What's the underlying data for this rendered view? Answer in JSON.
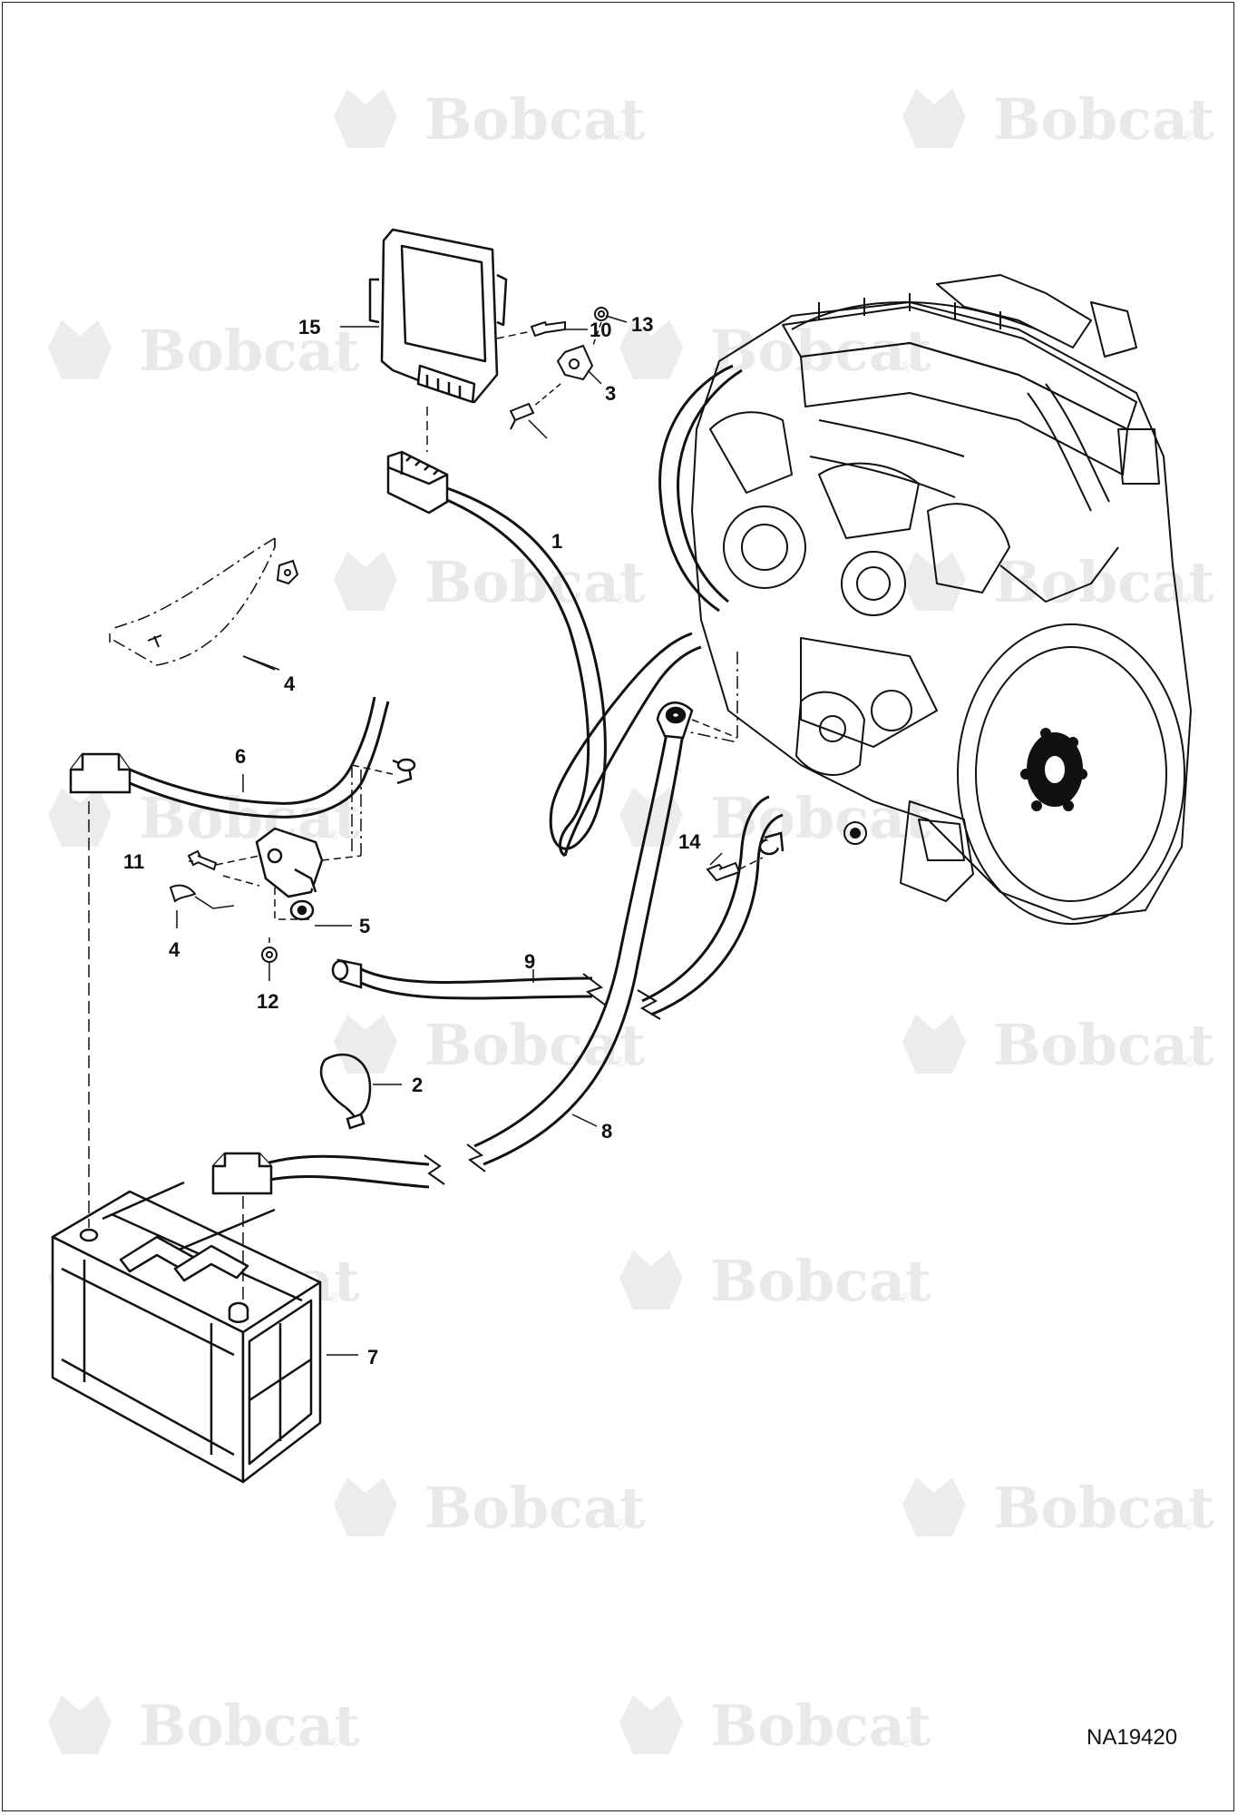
{
  "drawing_id": "NA19420",
  "watermark": {
    "brand": "Bobcat",
    "mark": "®"
  },
  "callouts": [
    {
      "id": "c1",
      "label": "1"
    },
    {
      "id": "c2",
      "label": "2"
    },
    {
      "id": "c3",
      "label": "3"
    },
    {
      "id": "c4a",
      "label": "4"
    },
    {
      "id": "c4b",
      "label": "4"
    },
    {
      "id": "c5",
      "label": "5"
    },
    {
      "id": "c6",
      "label": "6"
    },
    {
      "id": "c7",
      "label": "7"
    },
    {
      "id": "c8",
      "label": "8"
    },
    {
      "id": "c9",
      "label": "9"
    },
    {
      "id": "c10",
      "label": "10"
    },
    {
      "id": "c11",
      "label": "11"
    },
    {
      "id": "c12",
      "label": "12"
    },
    {
      "id": "c13",
      "label": "13"
    },
    {
      "id": "c14",
      "label": "14"
    },
    {
      "id": "c15",
      "label": "15"
    }
  ],
  "colors": {
    "line": "#111111",
    "watermark": "#e9e9e9",
    "background": "#ffffff"
  }
}
